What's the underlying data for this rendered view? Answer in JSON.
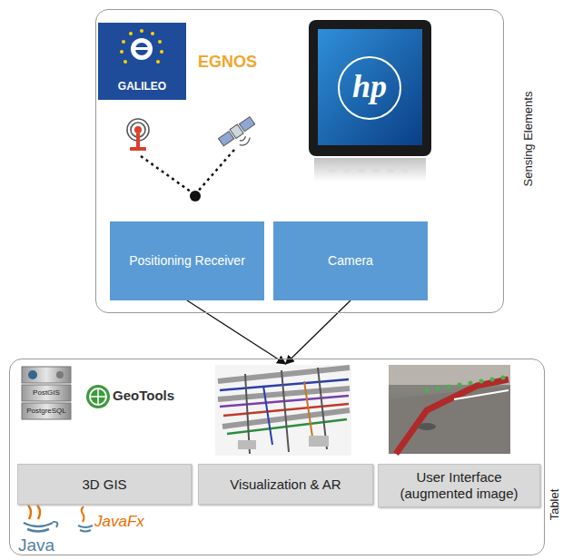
{
  "diagram": {
    "nodes": [
      {
        "text": [
          "Sensing Elements"
        ]
      },
      {
        "text": [
          "Positioning Receiver"
        ],
        "in": 0
      },
      {
        "text": [
          "Camera"
        ],
        "in": 0
      },
      {
        "text": [
          "Tablet"
        ]
      },
      {
        "text": [
          "3D GIS"
        ],
        "in": 3
      },
      {
        "text": [
          "Visualization & AR"
        ],
        "in": 3
      },
      {
        "text": [
          "User Interface (augmented image)"
        ],
        "in": 3
      }
    ],
    "edges": [
      {
        "from": 1,
        "to": 5,
        "arrow": "to"
      },
      {
        "from": 2,
        "to": 5,
        "arrow": "to"
      }
    ],
    "labels": [
      "GALILEO",
      "EGNOS",
      "hp",
      "PostGIS",
      "PostgreSQL",
      "GeoTools",
      "Java",
      "JavaFx"
    ]
  }
}
